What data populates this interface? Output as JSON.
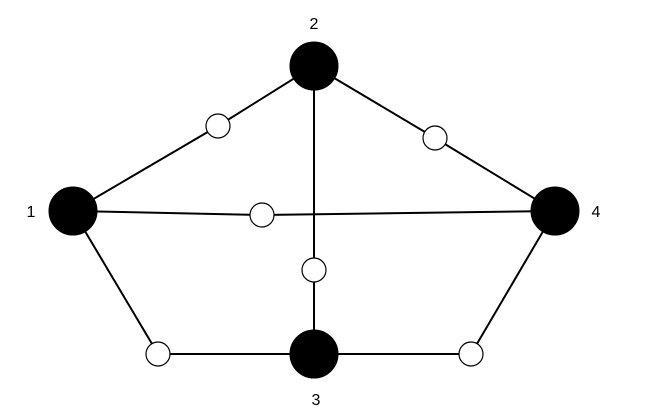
{
  "diagram": {
    "type": "graph",
    "colors": {
      "large_node_fill": "#000000",
      "small_node_fill": "#ffffff",
      "stroke": "#000000",
      "background": "#ffffff"
    },
    "large_nodes": [
      {
        "id": "1",
        "label": "1"
      },
      {
        "id": "2",
        "label": "2"
      },
      {
        "id": "3",
        "label": "3"
      },
      {
        "id": "4",
        "label": "4"
      }
    ],
    "small_nodes": [
      {
        "id": "s12",
        "between": [
          "1",
          "2"
        ]
      },
      {
        "id": "s24",
        "between": [
          "2",
          "4"
        ]
      },
      {
        "id": "s14",
        "between": [
          "1",
          "4"
        ]
      },
      {
        "id": "s23",
        "between": [
          "2",
          "3"
        ]
      },
      {
        "id": "s13",
        "between": [
          "1",
          "3"
        ]
      },
      {
        "id": "s34",
        "between": [
          "3",
          "4"
        ]
      }
    ],
    "edges": [
      [
        "1",
        "s12"
      ],
      [
        "s12",
        "2"
      ],
      [
        "2",
        "s24"
      ],
      [
        "s24",
        "4"
      ],
      [
        "1",
        "s14"
      ],
      [
        "s14",
        "4"
      ],
      [
        "2",
        "s23"
      ],
      [
        "s23",
        "3"
      ],
      [
        "1",
        "s13"
      ],
      [
        "s13",
        "3"
      ],
      [
        "3",
        "s34"
      ],
      [
        "s34",
        "4"
      ]
    ]
  }
}
